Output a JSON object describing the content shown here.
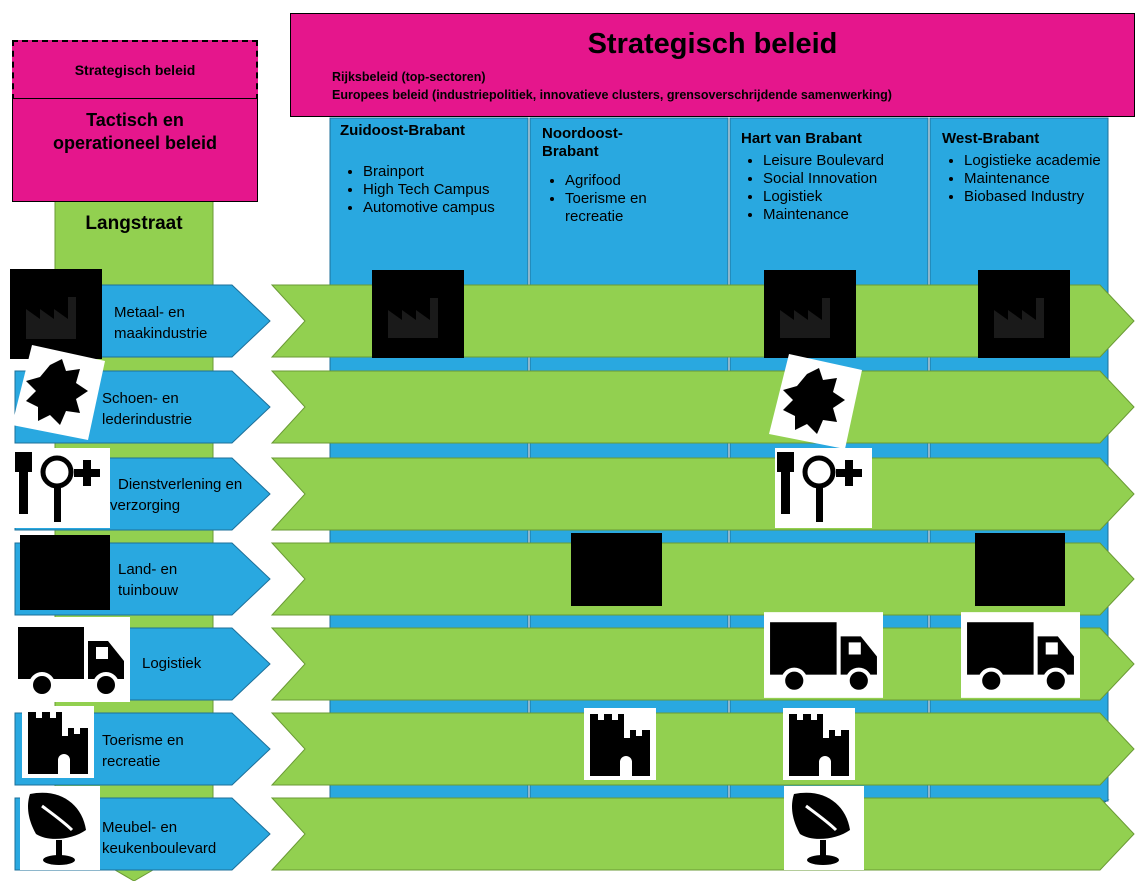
{
  "header": {
    "title": "Strategisch beleid",
    "line1": "Rijksbeleid (top-sectoren)",
    "line2": "Europees beleid (industriepolitiek, innovatieve clusters, grensoverschrijdende samenwerking)"
  },
  "left_panel": {
    "strategic_label": "Strategisch beleid",
    "tactical_label": "Tactisch en operationeel beleid",
    "langstraat_label": "Langstraat"
  },
  "regions": [
    {
      "name": "Zuidoost-Brabant",
      "items": [
        "Brainport",
        "High Tech Campus",
        "Automotive campus"
      ]
    },
    {
      "name": "Noordoost-Brabant",
      "items": [
        "Agrifood",
        "Toerisme en recreatie"
      ]
    },
    {
      "name": "Hart van Brabant",
      "items": [
        "Leisure Boulevard",
        "Social Innovation",
        "Logistiek",
        "Maintenance"
      ]
    },
    {
      "name": "West-Brabant",
      "items": [
        "Logistieke academie",
        "Maintenance",
        "Biobased Industry"
      ]
    }
  ],
  "sectors": [
    {
      "label": "Metaal- en maakindustrie",
      "icon": "factory-icon"
    },
    {
      "label": "Schoen- en lederindustrie",
      "icon": "leather-hide-icon"
    },
    {
      "label": "Dienstverlening en verzorging",
      "icon": "brush-mirror-plus-icon"
    },
    {
      "label": "Land- en tuinbouw",
      "icon": "agriculture-icon"
    },
    {
      "label": "Logistiek",
      "icon": "truck-icon"
    },
    {
      "label": "Toerisme en recreatie",
      "icon": "castle-icon"
    },
    {
      "label": "Meubel- en keukenboulevard",
      "icon": "chair-icon"
    }
  ],
  "colors": {
    "pink": "#e5168c",
    "blue": "#29a8e0",
    "green": "#92d050"
  }
}
